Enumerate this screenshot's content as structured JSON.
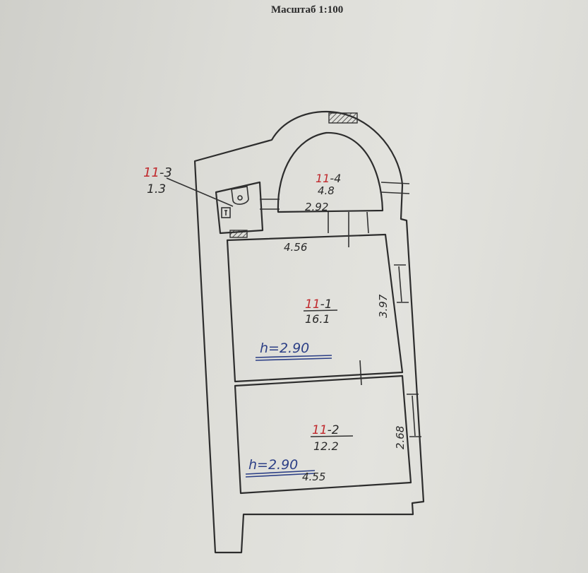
{
  "header": {
    "scale_title": "Масштаб 1:100"
  },
  "rooms": [
    {
      "id_prefix": "11",
      "id_suffix": "-1",
      "area": "16.1",
      "height_label": "h=2.90"
    },
    {
      "id_prefix": "11",
      "id_suffix": "-2",
      "area": "12.2",
      "height_label": "h=2.90"
    },
    {
      "id_prefix": "11",
      "id_suffix": "-3",
      "area": "1.3"
    },
    {
      "id_prefix": "11",
      "id_suffix": "-4",
      "area": "4.8"
    }
  ],
  "dimensions": {
    "room1_width": "4.56",
    "room1_depth": "3.97",
    "room2_width": "4.55",
    "room2_depth": "2.68",
    "room4_width": "2.92"
  },
  "colors": {
    "number_red": "#c0282c",
    "height_blue": "#2c3f86",
    "ink": "#2d2d2d"
  }
}
